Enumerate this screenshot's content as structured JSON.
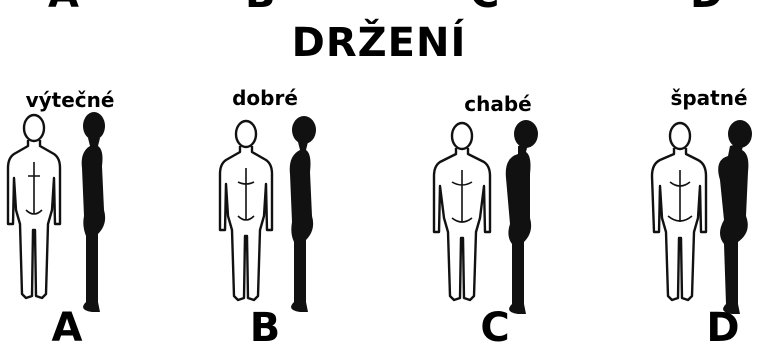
{
  "title": "DRŽENÍ",
  "panels": [
    {
      "letter": "A",
      "caption": "výtečné"
    },
    {
      "letter": "B",
      "caption": "dobré"
    },
    {
      "letter": "C",
      "caption": "chabé"
    },
    {
      "letter": "D",
      "caption": "špatné"
    }
  ],
  "colors": {
    "figure_fill": "#111111",
    "outline": "#111111",
    "background": "#ffffff"
  }
}
